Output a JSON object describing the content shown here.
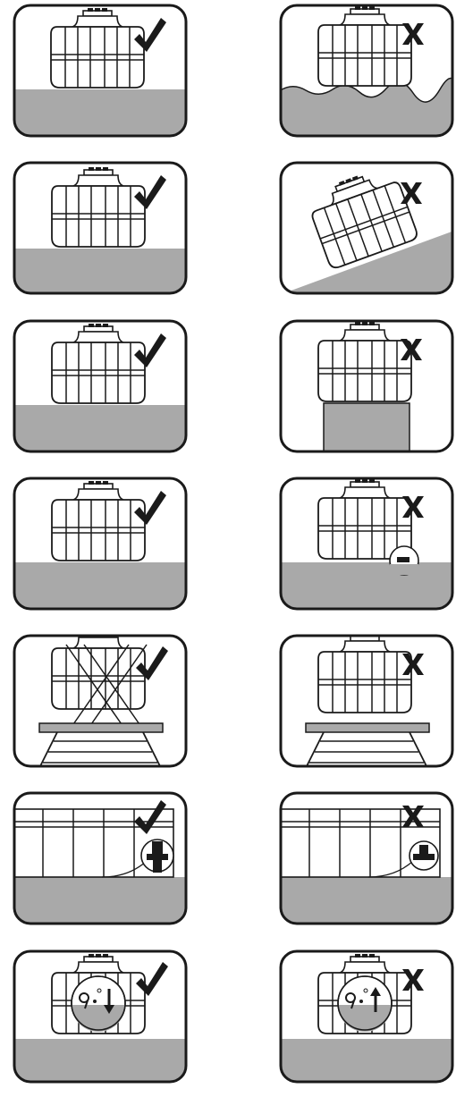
{
  "icons": {
    "correct": "checkmark-icon",
    "incorrect": "cross-icon",
    "tank": "water-tank-icon",
    "valve": "valve-icon"
  },
  "colors": {
    "ground": "#a9a9a9",
    "frame": "#1a1a1a",
    "background": "#ffffff"
  },
  "panels": [
    {
      "row": 1,
      "column": "left",
      "verdict": "correct"
    },
    {
      "row": 1,
      "column": "right",
      "verdict": "incorrect"
    },
    {
      "row": 2,
      "column": "left",
      "verdict": "correct"
    },
    {
      "row": 2,
      "column": "right",
      "verdict": "incorrect"
    },
    {
      "row": 3,
      "column": "left",
      "verdict": "correct"
    },
    {
      "row": 3,
      "column": "right",
      "verdict": "incorrect"
    },
    {
      "row": 4,
      "column": "left",
      "verdict": "correct"
    },
    {
      "row": 4,
      "column": "right",
      "verdict": "incorrect"
    },
    {
      "row": 5,
      "column": "left",
      "verdict": "correct"
    },
    {
      "row": 5,
      "column": "right",
      "verdict": "incorrect"
    },
    {
      "row": 6,
      "column": "left",
      "verdict": "correct"
    },
    {
      "row": 6,
      "column": "right",
      "verdict": "incorrect"
    },
    {
      "row": 7,
      "column": "left",
      "verdict": "correct"
    },
    {
      "row": 7,
      "column": "right",
      "verdict": "incorrect"
    }
  ]
}
